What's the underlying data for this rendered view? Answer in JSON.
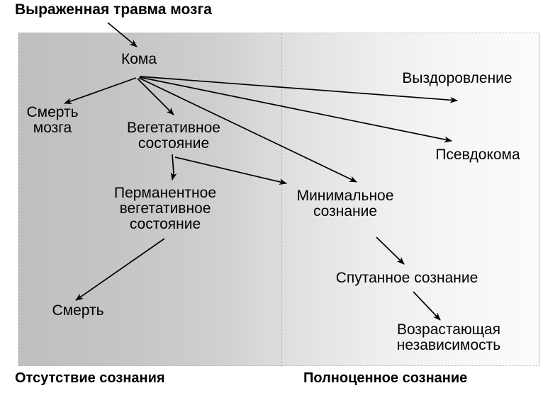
{
  "figure": {
    "title_top": "Выраженная травма мозга",
    "caption_left": "Отсутствие сознания",
    "caption_right": "Полноценное сознание",
    "colors": {
      "panel_gradient_start": "#bfbfbf",
      "panel_gradient_end": "#fcfcfc",
      "arrow_stroke": "#000000",
      "text": "#000000",
      "page_background": "#ffffff",
      "divider": "#b9b9b9"
    }
  },
  "nodes": {
    "coma": "Кома",
    "brain_death": "Смерть\nмозга",
    "vegetative_state": "Вегетативное\nсостояние",
    "permanent_vegetative_state": "Перманентное\nвегетативное\nсостояние",
    "minimal_consciousness": "Минимальное\nсознание",
    "death": "Смерть",
    "recovery": "Выздоровление",
    "pseudocoma": "Псевдокома",
    "confused_consciousness": "Спутанное сознание",
    "increasing_independence": "Возрастающая\nнезависимость"
  },
  "chart_data": {
    "type": "diagram",
    "title": "Выраженная травма мозга",
    "xlabel": "",
    "ylabel": "",
    "axis_annotations": {
      "left": "Отсутствие сознания",
      "right": "Полноценное сознание"
    },
    "categories": [
      "Кома",
      "Смерть мозга",
      "Вегетативное состояние",
      "Перманентное вегетативное состояние",
      "Минимальное сознание",
      "Смерть",
      "Выздоровление",
      "Псевдокома",
      "Спутанное сознание",
      "Возрастающая независимость"
    ],
    "edges": [
      {
        "from": "Выраженная травма мозга",
        "to": "Кома"
      },
      {
        "from": "Кома",
        "to": "Смерть мозга"
      },
      {
        "from": "Кома",
        "to": "Вегетативное состояние"
      },
      {
        "from": "Кома",
        "to": "Минимальное сознание"
      },
      {
        "from": "Кома",
        "to": "Псевдокома"
      },
      {
        "from": "Кома",
        "to": "Выздоровление"
      },
      {
        "from": "Вегетативное состояние",
        "to": "Перманентное вегетативное состояние"
      },
      {
        "from": "Вегетативное состояние",
        "to": "Минимальное сознание"
      },
      {
        "from": "Перманентное вегетативное состояние",
        "to": "Смерть"
      },
      {
        "from": "Минимальное сознание",
        "to": "Спутанное сознание"
      },
      {
        "from": "Спутанное сознание",
        "to": "Возрастающая независимость"
      }
    ],
    "legend": []
  }
}
